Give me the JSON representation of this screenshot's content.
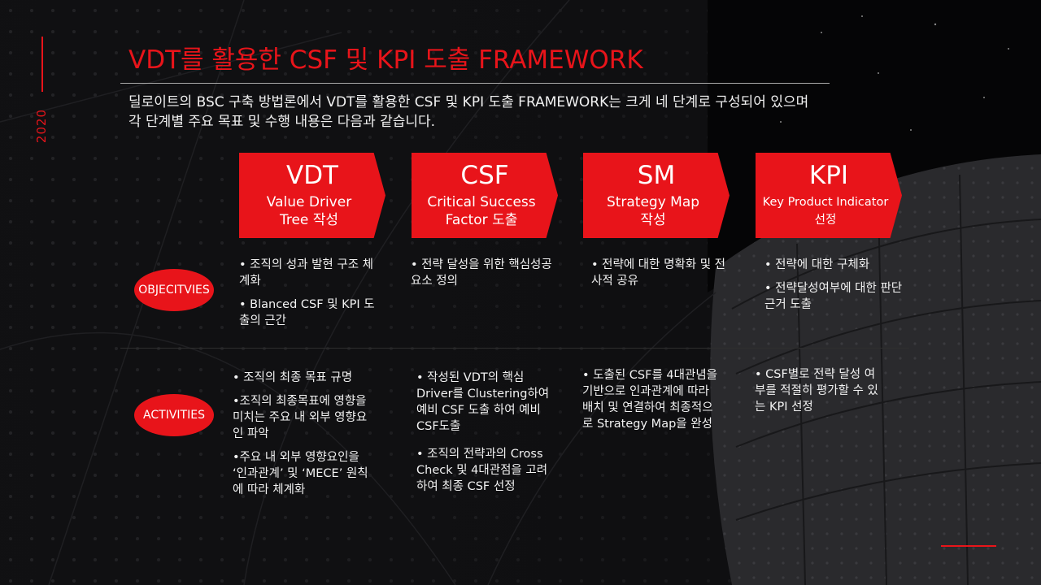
{
  "year": "2020",
  "title": "VDT를 활용한 CSF 및 KPI 도출 FRAMEWORK",
  "intro": [
    "딜로이트의 BSC 구축 방법론에서 VDT를 활용한 CSF 및 KPI 도출  FRAMEWORK는 크게 네 단계로 구성되어 있으며",
    "각 단계별 주요 목표 및 수행 내용은 다음과 같습니다."
  ],
  "steps": [
    {
      "abbr": "VDT",
      "name": [
        "Value Driver",
        "Tree 작성"
      ]
    },
    {
      "abbr": "CSF",
      "name": [
        "Critical Success",
        "Factor 도출"
      ]
    },
    {
      "abbr": "SM",
      "name": [
        "Strategy Map",
        "작성"
      ]
    },
    {
      "abbr": "KPI",
      "name": [
        "Key Product Indicator",
        "선정"
      ]
    }
  ],
  "row_labels": {
    "objectives": "OBJECITVIES",
    "activities": "ACTIVITIES"
  },
  "objectives": [
    [
      "• 조직의 성과 발현  구조 체계화",
      "• Blanced CSF 및  KPI 도출의 근간"
    ],
    [
      "•  전략 달성을 위한  핵심성공요소 정의"
    ],
    [
      "• 전략에 대한 명확화 및 전사적 공유"
    ],
    [
      "•  전략에 대한 구체화",
      "•  전략달성여부에 대한 판단 근거 도출"
    ]
  ],
  "activities": [
    [
      "• 조직의 최종 목표 규명",
      "•조직의 최종목표에  영향을 미치는 주요  내 외부 영향요인  파악",
      "•주요 내 외부  영향요인을 ‘인과관계’ 및 ‘MECE’ 원칙에 따라 체계화"
    ],
    [
      "• 작성된 VDT의 핵심 Driver를 Clustering하여 예비 CSF 도출 하여 예비 CSF도출",
      "• 조직의 전략과의 Cross Check 및 4대관점을 고려하여  최종 CSF 선정"
    ],
    [
      "• 도출된 CSF를 4대관념을 기반으로 인과관계에 따라 배치 및 연결하여 최종적으로 Strategy Map을 완성"
    ],
    [
      "• CSF별로 전략 달성 여부를 적절히 평가할 수 있는 KPI 선정"
    ]
  ],
  "colors": {
    "accent": "#e8141a",
    "background": "#0d0d0f",
    "text": "#ffffff"
  }
}
